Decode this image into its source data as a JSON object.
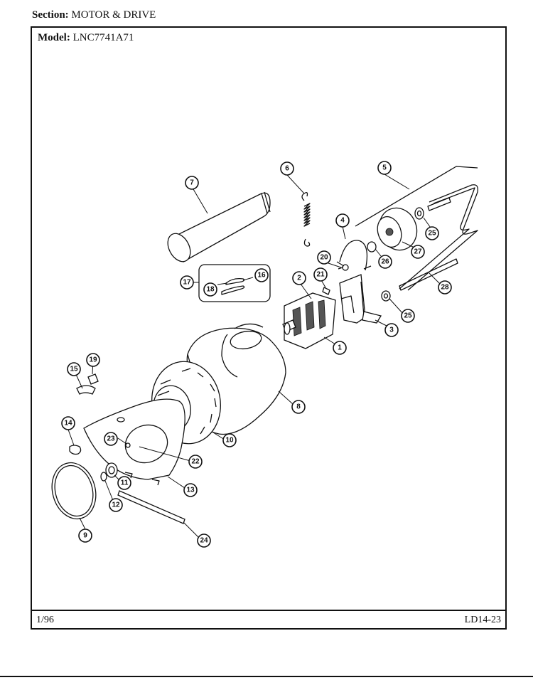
{
  "header": {
    "section_label": "Section:",
    "section_value": "MOTOR & DRIVE",
    "model_label": "Model:",
    "model_value": "LNC7741A71"
  },
  "footer": {
    "date": "1/96",
    "code": "LD14-23"
  },
  "callouts": {
    "c1": "1",
    "c2": "2",
    "c3": "3",
    "c4": "4",
    "c5": "5",
    "c6": "6",
    "c7": "7",
    "c8": "8",
    "c9": "9",
    "c10": "10",
    "c11": "11",
    "c12": "12",
    "c13": "13",
    "c14": "14",
    "c15": "15",
    "c16": "16",
    "c17": "17",
    "c18": "18",
    "c19": "19",
    "c20": "20",
    "c21": "21",
    "c22": "22",
    "c23": "23",
    "c24": "24",
    "c25a": "25",
    "c25b": "25",
    "c26": "26",
    "c27": "27",
    "c28": "28"
  }
}
